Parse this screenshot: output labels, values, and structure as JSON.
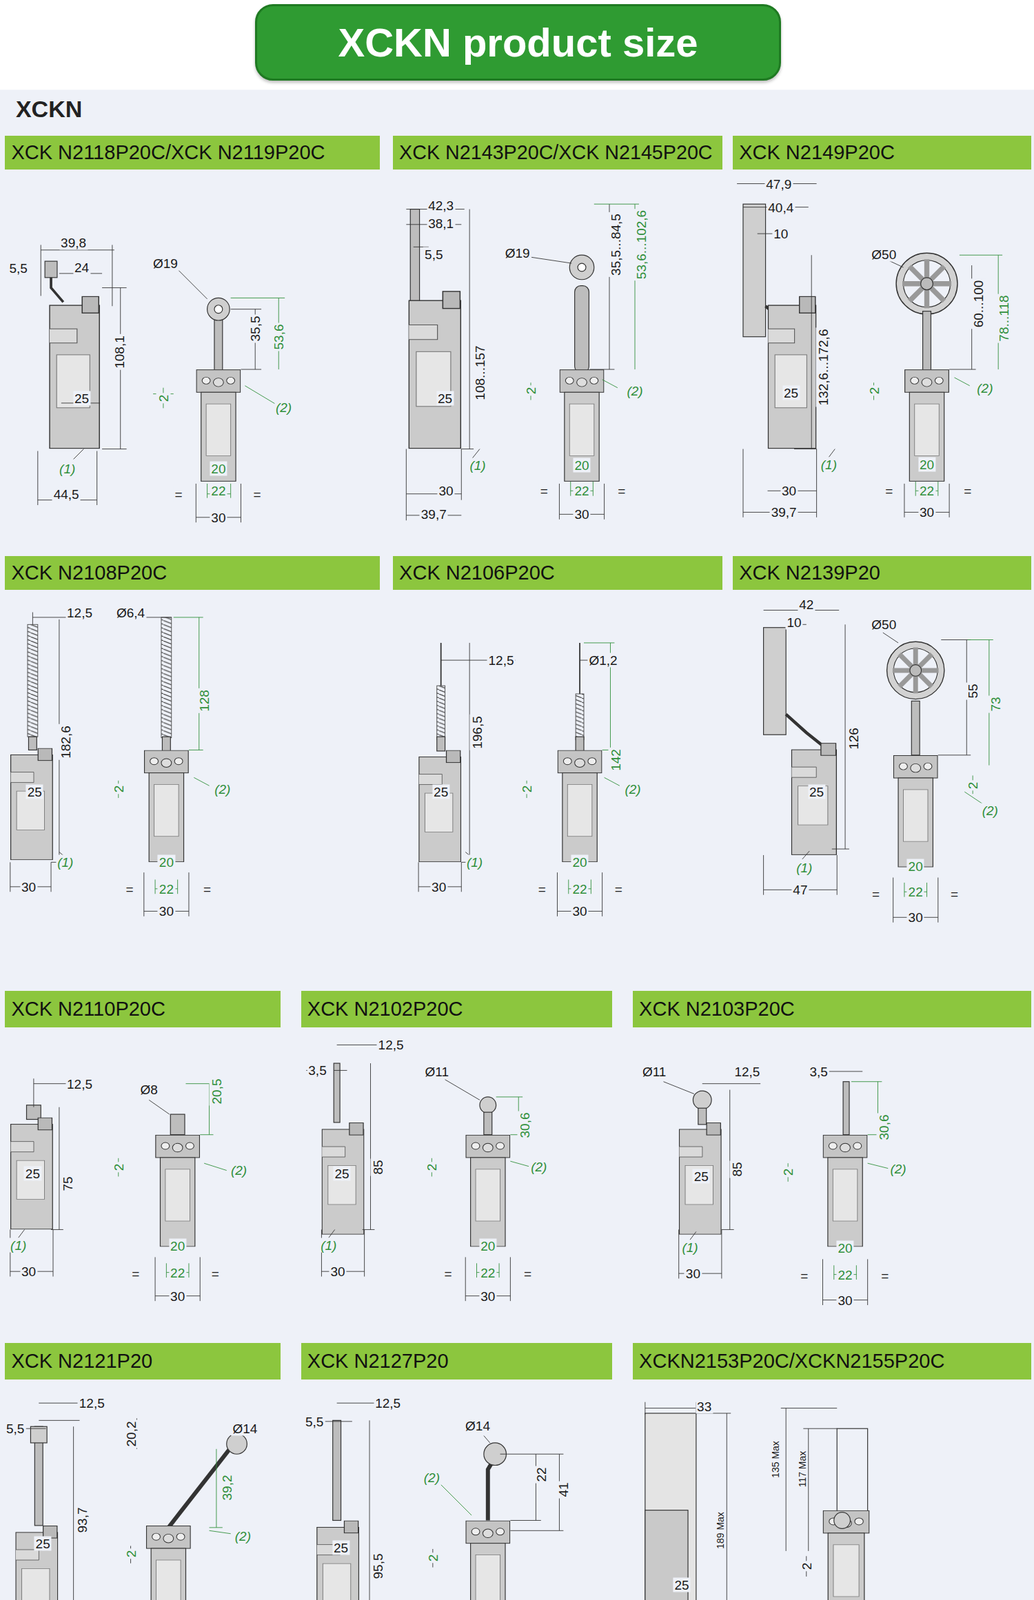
{
  "diagram": {
    "title": "XCKN product size",
    "nodes": [
      {
        "text": [
          "XCK N2118P20C/XCK N2119P20C"
        ]
      },
      {
        "text": [
          "XCK N2143P20C/XCK N2145P20C"
        ]
      },
      {
        "text": [
          "XCK N2149P20C"
        ]
      },
      {
        "text": [
          "XCK N2108P20C"
        ]
      },
      {
        "text": [
          "XCK N2106P20C"
        ]
      },
      {
        "text": [
          "XCK N2139P20"
        ]
      },
      {
        "text": [
          "XCK N2110P20C"
        ]
      },
      {
        "text": [
          "XCK N2102P20C"
        ]
      },
      {
        "text": [
          "XCK N2103P20C"
        ]
      },
      {
        "text": [
          "XCK N2121P20"
        ]
      },
      {
        "text": [
          "XCK N2127P20"
        ]
      },
      {
        "text": [
          "XCKN2153P20C/XCKN2155P20C"
        ]
      }
    ],
    "labels": [
      "XCKN",
      "5,5",
      "39,8",
      "24",
      "108,1",
      "25",
      "(1)",
      "44,5",
      "Ø19",
      "35,5",
      "53,6",
      "2",
      "(2)",
      "20",
      "22",
      "=",
      "=",
      "30",
      "42,3",
      "38,1",
      "5,5",
      "108...157",
      "25",
      "(1)",
      "30",
      "39,7",
      "Ø19",
      "35,5...84,5",
      "53,6...102,6",
      "2",
      "(2)",
      "20",
      "22",
      "=",
      "=",
      "30",
      "47,9",
      "40,4",
      "10",
      "132,6...172,6",
      "25",
      "(1)",
      "30",
      "39,7",
      "Ø50",
      "60...100",
      "78...118",
      "2",
      "(2)",
      "20",
      "22",
      "=",
      "=",
      "30",
      "12,5",
      "182,6",
      "25",
      "(1)",
      "30",
      "Ø6,4",
      "128",
      "2",
      "(2)",
      "20",
      "22",
      "=",
      "=",
      "30",
      "12,5",
      "196,5",
      "25",
      "(1)",
      "30",
      "Ø1,2",
      "142",
      "2",
      "(2)",
      "20",
      "22",
      "=",
      "=",
      "30",
      "42",
      "10",
      "126",
      "25",
      "(1)",
      "47",
      "Ø50",
      "55",
      "73",
      "2",
      "(2)",
      "20",
      "22",
      "=",
      "=",
      "30",
      "12,5",
      "75",
      "25",
      "(1)",
      "30",
      "Ø8",
      "20,5",
      "2",
      "(2)",
      "20",
      "22",
      "=",
      "=",
      "30",
      "3,5",
      "12,5",
      "85",
      "25",
      "(1)",
      "30",
      "Ø11",
      "30,6",
      "2",
      "(2)",
      "20",
      "22",
      "=",
      "=",
      "30",
      "Ø11",
      "12,5",
      "85",
      "25",
      "(1)",
      "30",
      "3,5",
      "30,6",
      "2",
      "(2)",
      "20",
      "22",
      "=",
      "=",
      "30",
      "5,5",
      "12,5",
      "93,7",
      "25",
      "20,2",
      "Ø14",
      "39,2",
      "2",
      "(2)",
      "5,5",
      "12,5",
      "95,5",
      "25",
      "Ø14",
      "(2)",
      "22",
      "41",
      "2",
      "33",
      "189 Max",
      "135 Max",
      "117 Max",
      "2",
      "25"
    ]
  }
}
